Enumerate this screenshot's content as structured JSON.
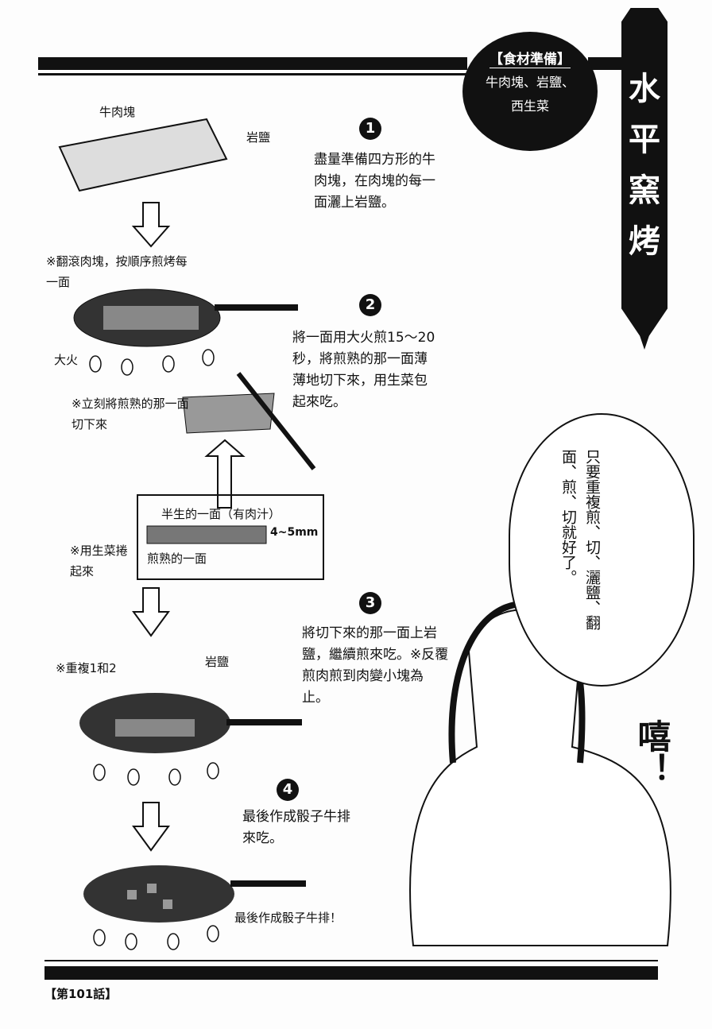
{
  "title": "水平窯烤",
  "ingredients": {
    "heading": "【食材準備】",
    "line1": "牛肉塊、岩鹽、",
    "line2": "西生菜"
  },
  "labels": {
    "beef": "牛肉塊",
    "salt1": "岩鹽",
    "salt2": "岩鹽",
    "flip": "※翻滾肉塊，按順序煎烤每一面",
    "high_heat": "大火",
    "cut": "※立刻將煎熟的那一面切下來",
    "wrap": "※用生菜捲起來",
    "repeat": "※重複1和2",
    "rare_side": "半生的一面（有肉汁）",
    "thickness": "4~5mm",
    "cooked_side": "煎熟的一面",
    "final": "最後作成骰子牛排！"
  },
  "steps": [
    {
      "num": "1",
      "text": "盡量準備四方形的牛肉塊，在肉塊的每一面灑上岩鹽。"
    },
    {
      "num": "2",
      "text": "將一面用大火煎15～20秒，將煎熟的那一面薄薄地切下來，用生菜包起來吃。"
    },
    {
      "num": "3",
      "text": "將切下來的那一面上岩鹽，繼續煎來吃。※反覆煎肉煎到肉變小塊為止。"
    },
    {
      "num": "4",
      "text": "最後作成骰子牛排來吃。"
    }
  ],
  "speech": "只要重複煎、切、灑鹽、翻面、煎、切就好了。",
  "sfx": "嘻！",
  "chapter": "【第101話】"
}
